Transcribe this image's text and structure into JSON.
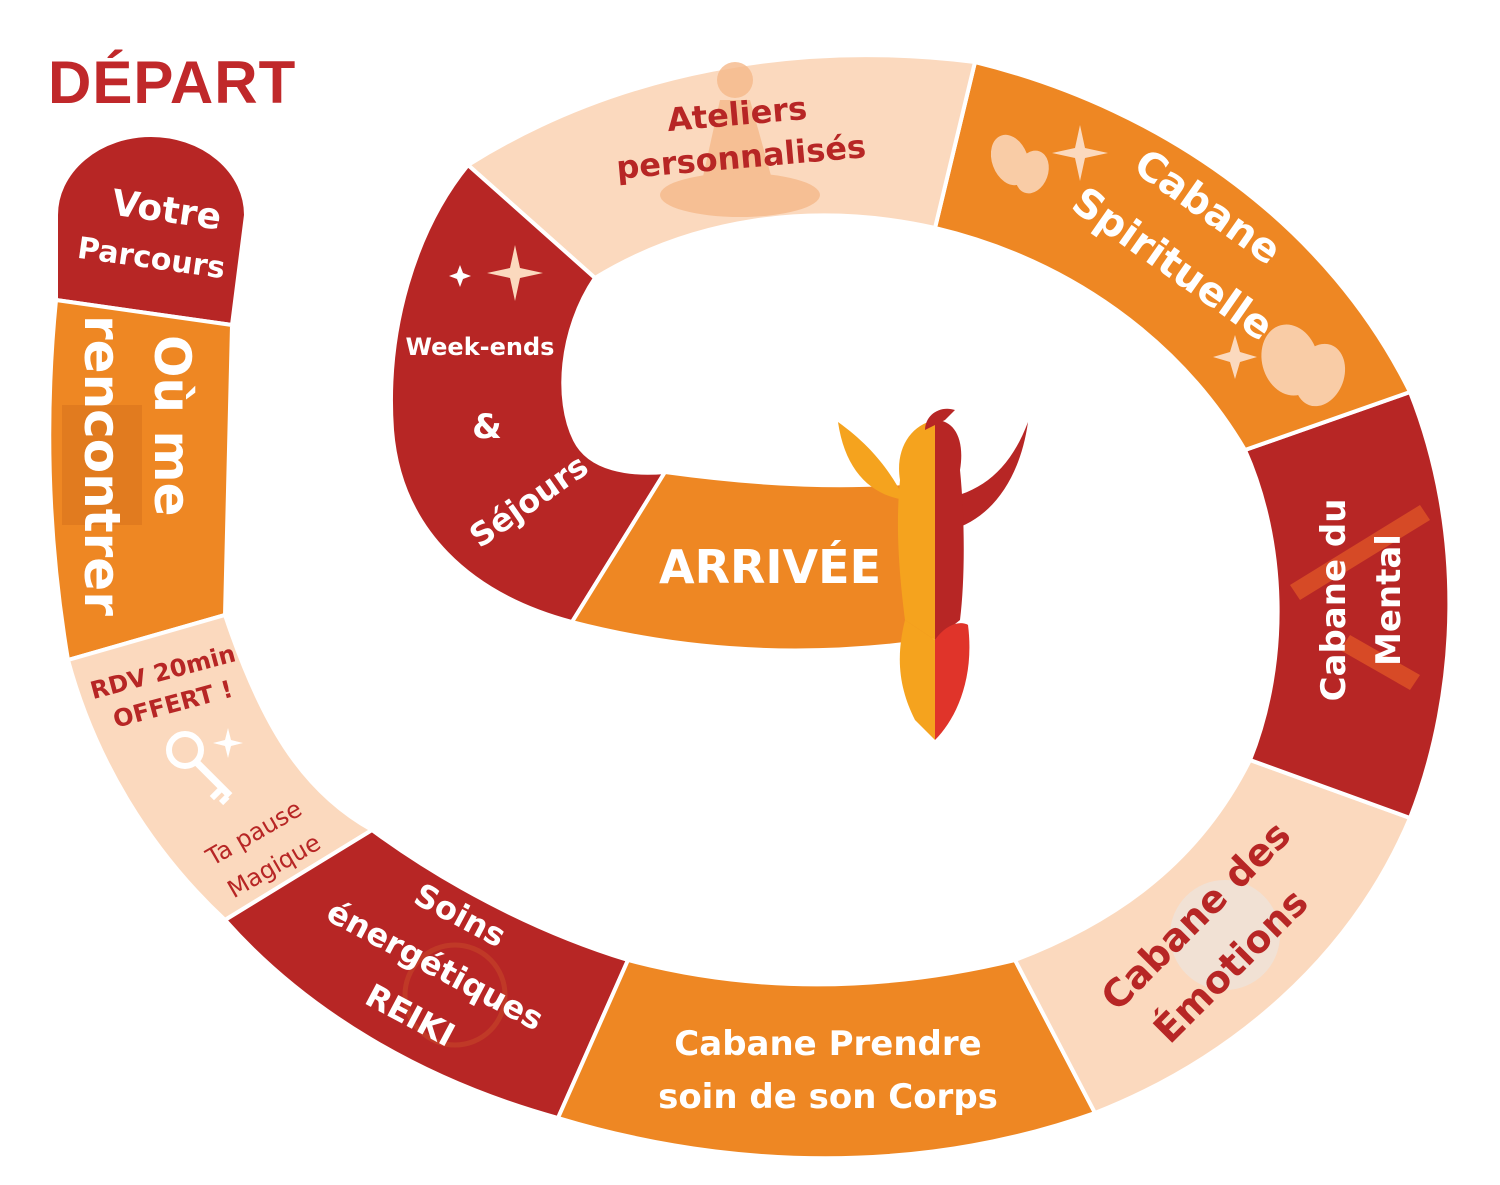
{
  "start_label": "DÉPART",
  "finish_label": "ARRIVÉE",
  "colors": {
    "dark_red": "#B72625",
    "orange": "#EE8723",
    "peach": "#FBD9BE",
    "title_red": "#C0282A",
    "phoenix_light": "#F5A31E",
    "phoenix_red": "#E0342A"
  },
  "segments": [
    {
      "id": "votre-parcours",
      "lines": [
        "Votre",
        "Parcours"
      ],
      "color": "dark_red"
    },
    {
      "id": "ou-me-rencontrer",
      "lines": [
        "Où me",
        "rencontrer"
      ],
      "color": "orange"
    },
    {
      "id": "rdv-offert",
      "lines": [
        "RDV 20min",
        "OFFERT !"
      ],
      "extra": [
        "Ta pause",
        "Magique"
      ],
      "color": "peach",
      "icon": "key-icon"
    },
    {
      "id": "soins-energetiques",
      "lines": [
        "Soins",
        "énergétiques",
        "REIKI"
      ],
      "color": "dark_red"
    },
    {
      "id": "cabane-corps",
      "lines": [
        "Cabane Prendre",
        "soin de son Corps"
      ],
      "color": "orange"
    },
    {
      "id": "cabane-emotions",
      "lines": [
        "Cabane des",
        "Émotions"
      ],
      "color": "peach",
      "icon": "moon-icon"
    },
    {
      "id": "cabane-mental",
      "lines": [
        "Cabane du",
        "Mental"
      ],
      "color": "dark_red"
    },
    {
      "id": "cabane-spirituelle",
      "lines": [
        "Cabane",
        "Spirituelle"
      ],
      "color": "orange",
      "icon": "butterfly-icon"
    },
    {
      "id": "ateliers",
      "lines": [
        "Ateliers",
        "personnalisés"
      ],
      "color": "peach"
    },
    {
      "id": "weekends",
      "lines": [
        "Week-ends",
        "&",
        "Séjours"
      ],
      "color": "dark_red",
      "icon": "sparkle-icon"
    }
  ]
}
